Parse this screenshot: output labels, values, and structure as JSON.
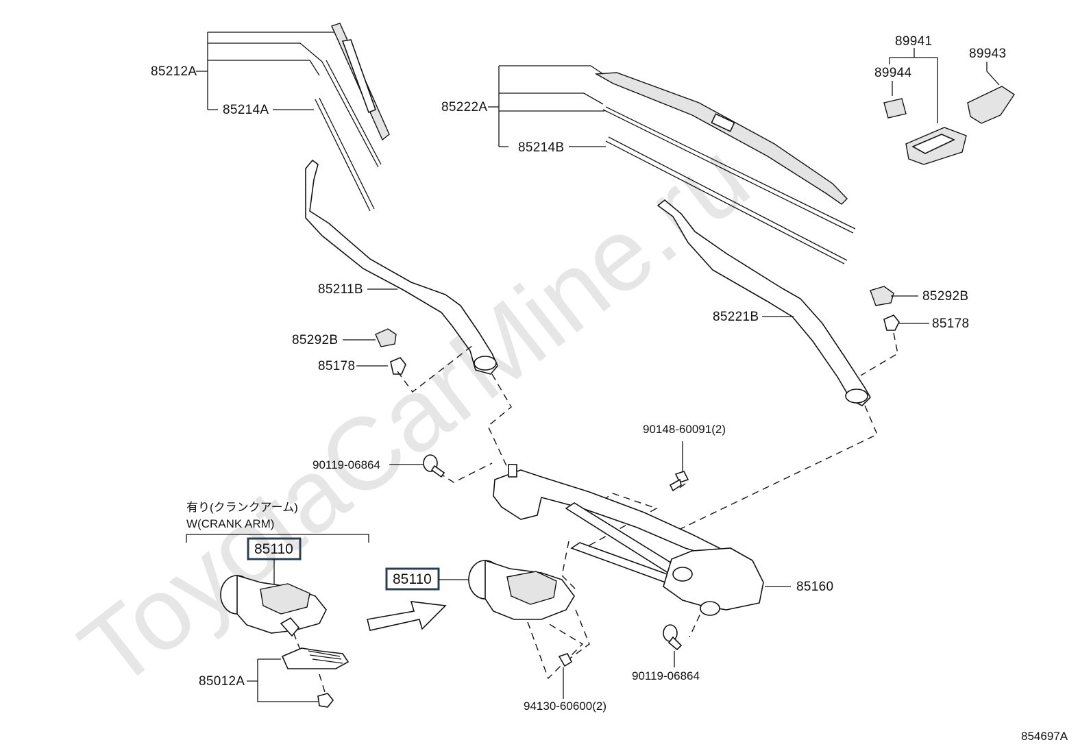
{
  "watermark": "ToyotaCarMine.ru",
  "parts": {
    "p85212A": "85212A",
    "p85214A": "85214A",
    "p85222A": "85222A",
    "p85214B": "85214B",
    "p89941": "89941",
    "p89944": "89944",
    "p89943": "89943",
    "p85211B": "85211B",
    "p85292B_left": "85292B",
    "p85178_left": "85178",
    "p85221B": "85221B",
    "p85292B_right": "85292B",
    "p85178_right": "85178",
    "p90148": "90148-60091(2)",
    "p90119_left": "90119-06864",
    "p85110_a": "85110",
    "p85110_b": "85110",
    "p85160": "85160",
    "p85012A": "85012A",
    "p90119_right": "90119-06864",
    "p94130": "94130-60600(2)"
  },
  "note_jp": "有り(クランクアーム)",
  "note_en": "W(CRANK ARM)",
  "figure_id": "854697A",
  "colors": {
    "highlight_box": "#2d3e50",
    "line": "#111111",
    "watermark": "#e6e6e6"
  }
}
